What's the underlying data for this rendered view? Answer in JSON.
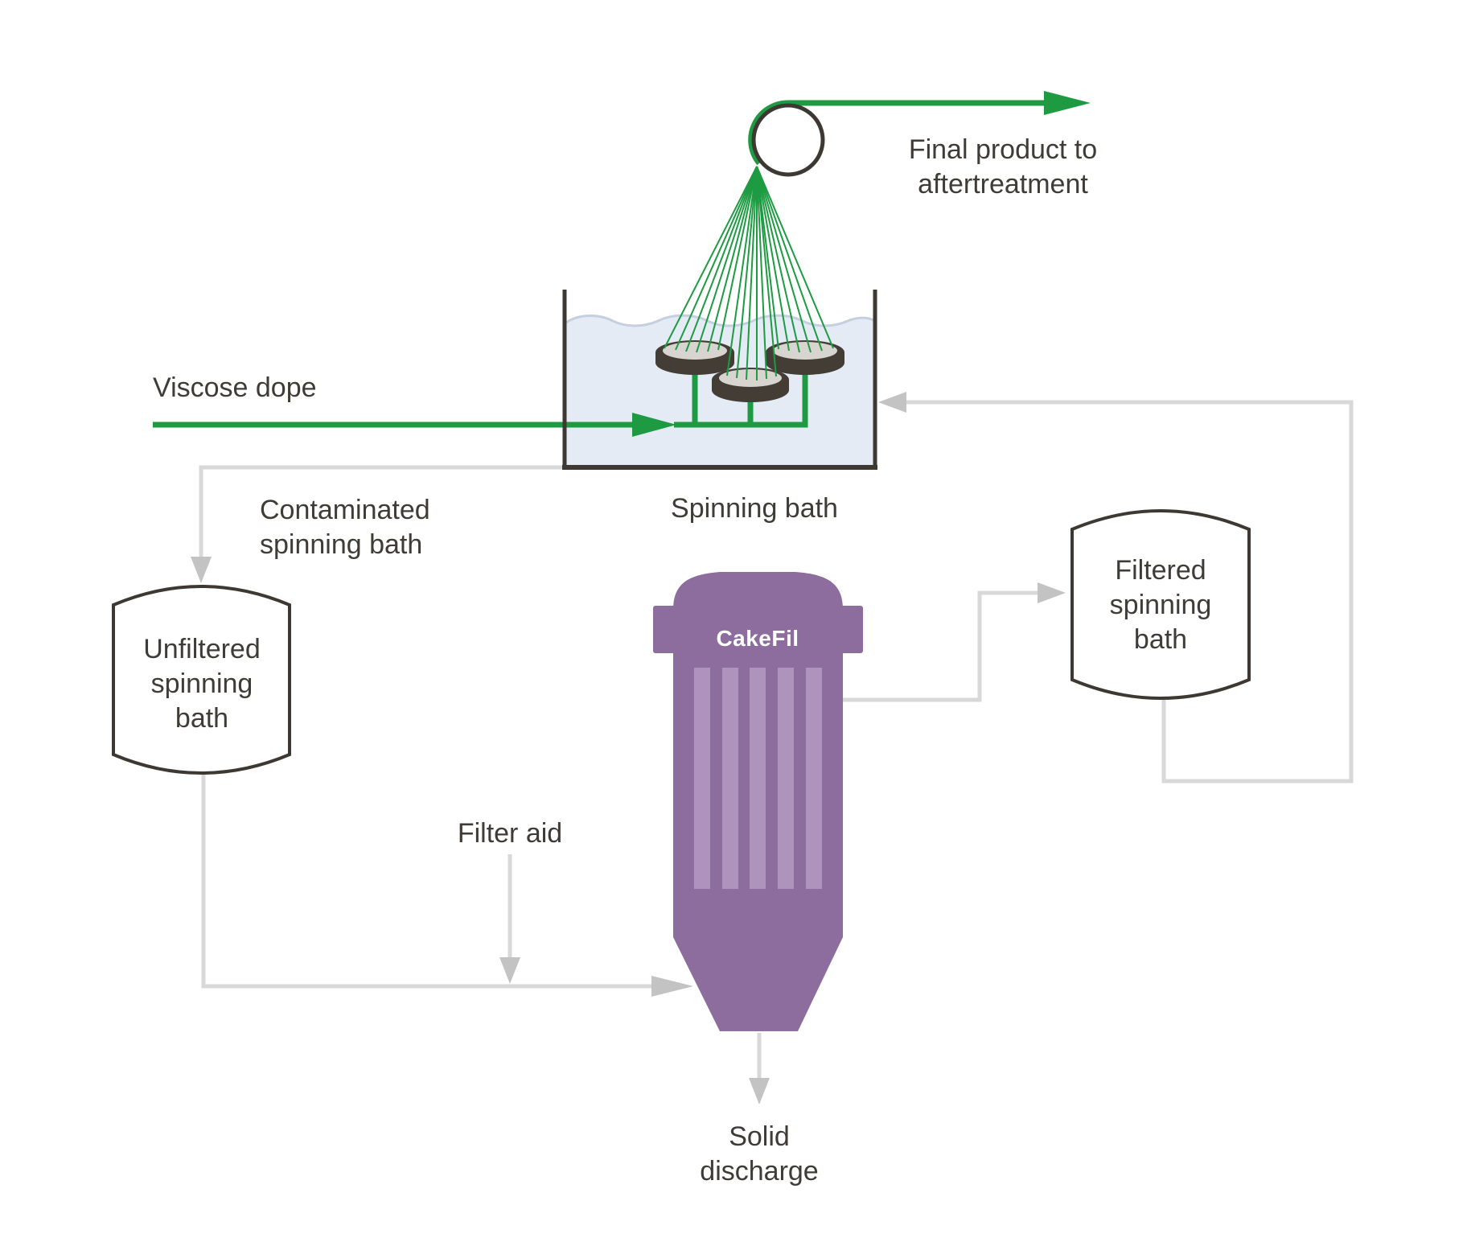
{
  "labels": {
    "viscose_dope": "Viscose dope",
    "final_product": "Final product to\naftertreatment",
    "contaminated": "Contaminated\nspinning bath",
    "spinning_bath": "Spinning bath",
    "unfiltered_tank": "Unfiltered\nspinning\nbath",
    "cakefil": "CakeFil",
    "filter_aid": "Filter aid",
    "filtered_tank": "Filtered\nspinning\nbath",
    "solid_discharge": "Solid\ndischarge"
  },
  "colors": {
    "process_green": "#1e9b42",
    "stroke_dark": "#3e3833",
    "pipe_gray": "#d8d8d8",
    "arrow_gray": "#c3c3c3",
    "vessel_purple": "#8d6d9d",
    "candle_purple": "#ae93bc",
    "water_fill": "#e4ebf5",
    "water_line": "#c5cfdf",
    "disk_face": "#d8d5d0",
    "label_text": "#3f3b37",
    "cakefil_text": "#ffffff"
  }
}
